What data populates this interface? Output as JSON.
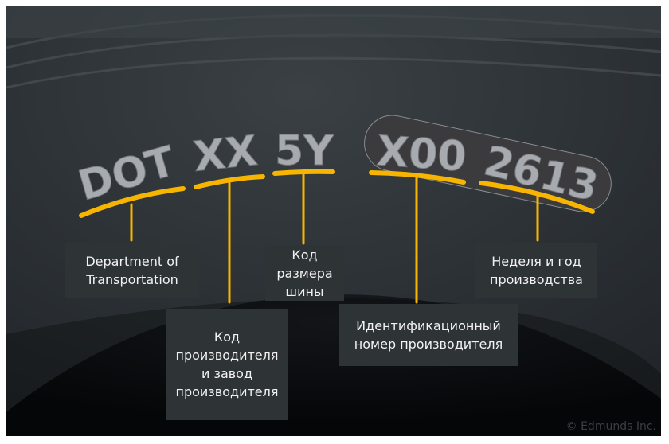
{
  "tire_code": {
    "dot": "DOT",
    "manufacturer": "XX",
    "size": "5Y",
    "identifier": "X00",
    "date": "2613"
  },
  "labels": {
    "dot": [
      "Department of",
      "Transportation"
    ],
    "manufacturer": [
      "Код",
      "производителя",
      "и завод",
      "производителя"
    ],
    "size": [
      "Код",
      "размера",
      "шины"
    ],
    "identifier": [
      "Идентификационный",
      "номер производителя"
    ],
    "date": [
      "Неделя и год",
      "производства"
    ]
  },
  "watermark": "© Edmunds Inc.",
  "colors": {
    "accent": "#f7b500",
    "label_bg": "#2e3435",
    "tire": "#2b3034"
  }
}
